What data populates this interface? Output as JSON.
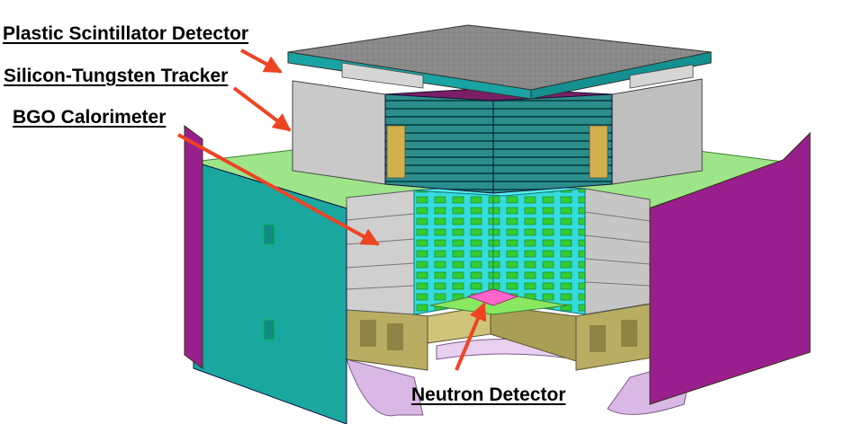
{
  "labels": {
    "plastic": "Plastic Scintillator Detector",
    "tracker": "Silicon-Tungsten Tracker",
    "bgo": "BGO Calorimeter",
    "neutron": "Neutron Detector"
  },
  "colors": {
    "arrow": "#ee4422",
    "psd_top": "#8a8a8a",
    "psd_edge": "#1aa3a3",
    "grey_panel": "#c9c9c9",
    "green_frame": "#9ee58a",
    "teal_panel": "#1aa7a0",
    "magenta_panel": "#9a1f8e",
    "bgo_cyan": "#33dddd",
    "bgo_green": "#33cc33",
    "support_khaki": "#b8ad63",
    "lavender_base": "#d9b8e6",
    "neutron_pink": "#ff66cc"
  }
}
